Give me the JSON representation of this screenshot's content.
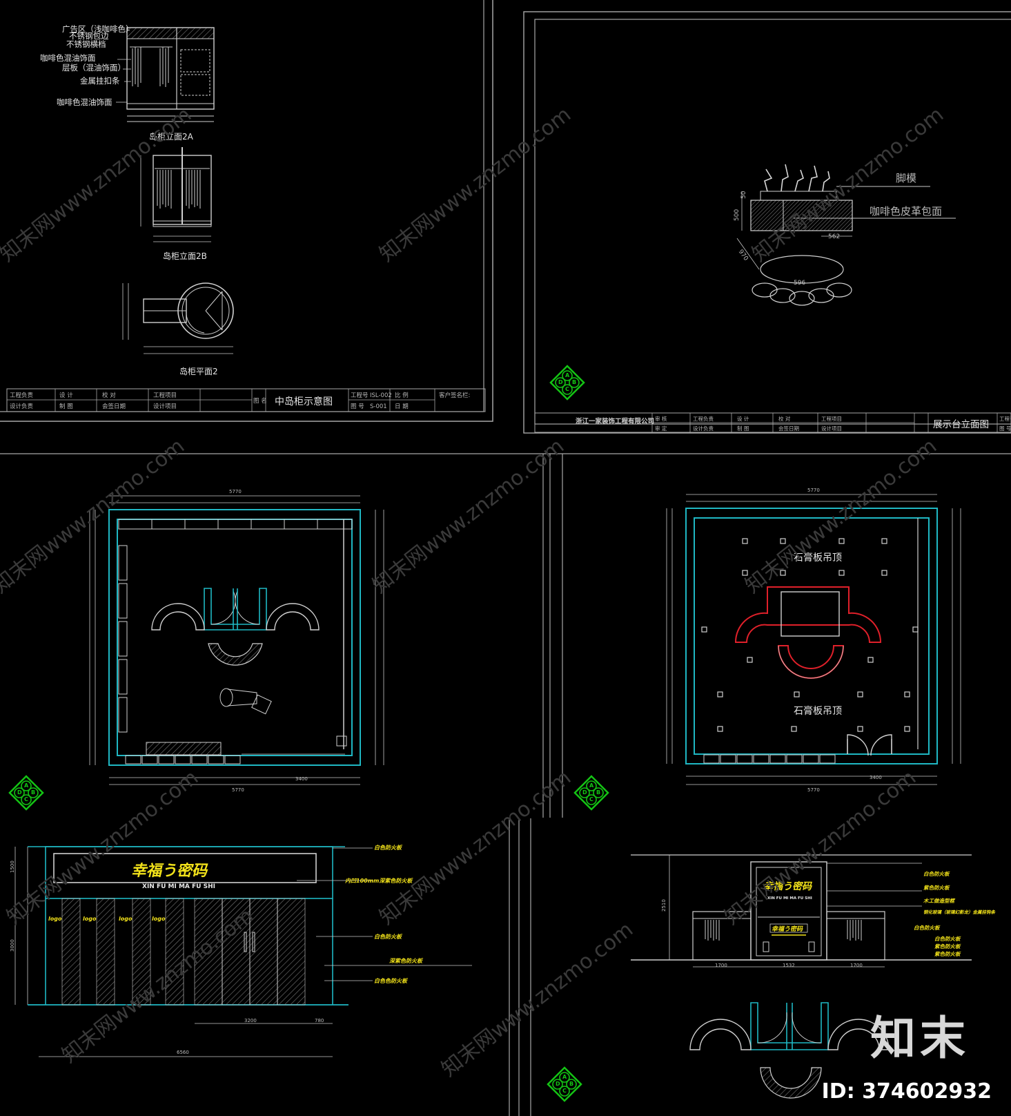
{
  "colors": {
    "background": "#000000",
    "line": "#d0d0d0",
    "frame": "#a8a8a8",
    "cyan": "#1fb8c4",
    "red": "#e0202a",
    "yellow": "#f2e21a",
    "green": "#14c414",
    "watermark": "#3a3a3a"
  },
  "watermark": {
    "text": "知末网www.znzmo.com"
  },
  "brand": {
    "logo_text": "知末",
    "id_text": "ID: 374602932"
  },
  "panel1": {
    "labels": [
      "广告区（浅咖啡色）",
      "不锈钢包边",
      "不锈钢横档",
      "咖啡色混油饰面",
      "层板（混油饰面）",
      "金属挂扣条",
      "咖啡色混油饰面"
    ],
    "caption_2a": "岛柜立面2A",
    "caption_2b": "岛柜立面2B",
    "caption_plan": "岛柜平面2",
    "title": "中岛柜示意图",
    "titleblock_cells": [
      "工程负责",
      "设 计",
      "校 对",
      "工程项目",
      "设计负责",
      "制 图",
      "会签日期",
      "设计项目",
      "图 名",
      "工程号",
      "图 号",
      "比 例",
      "日 期",
      "客户签名栏:",
      "ISL-002",
      "S-001"
    ]
  },
  "panel2": {
    "label_foot": "脚模",
    "label_leather": "咖啡色皮革包面",
    "dims": [
      "50",
      "500",
      "562",
      "970",
      "596"
    ],
    "title": "展示台立面图",
    "company": "浙江一家装饰工程有限公司",
    "titleblock_cells": [
      "审 核",
      "工程负责",
      "设 计",
      "校 对",
      "工程项目",
      "审 定",
      "设计负责",
      "制 图",
      "会签日期",
      "设计项目",
      "工程号",
      "图 号"
    ]
  },
  "panel3": {
    "dims_top": [
      "5770"
    ],
    "dims_bottom": [
      "3400",
      "5770"
    ]
  },
  "panel4": {
    "ceiling_label_top": "石膏板吊顶",
    "ceiling_label_bottom": "石膏板吊顶",
    "dims_top": [
      "5770"
    ],
    "dims_bottom": [
      "3400",
      "5770"
    ]
  },
  "panel5": {
    "brand_cn": "幸福う密码",
    "brand_pinyin": "XIN FU MI MA FU SHI",
    "logo_word": "logo",
    "labels": [
      "白色防火板",
      "内凹100mm深紫色防火板",
      "白色防火板",
      "深紫色防火板",
      "白色色防火板"
    ],
    "dims": [
      "1500",
      "3000",
      "3200",
      "780",
      "6560"
    ]
  },
  "panel6": {
    "brand_cn": "幸福う密码",
    "brand_pinyin": "XIN FU MI MA FU SHI",
    "sub_brand": "幸福う密码",
    "labels": [
      "白色防火板",
      "紫色防火板",
      "木工做造型框",
      "钢化玻璃（玻璃幻影龙）金属挂钩条",
      "白色防火板",
      "白色防火板",
      "紫色防火板",
      "紫色防火板"
    ],
    "dims": [
      "1700",
      "1532",
      "1700",
      "2510"
    ]
  },
  "legend_badge": {
    "letters": [
      "A",
      "B",
      "C",
      "D"
    ]
  }
}
